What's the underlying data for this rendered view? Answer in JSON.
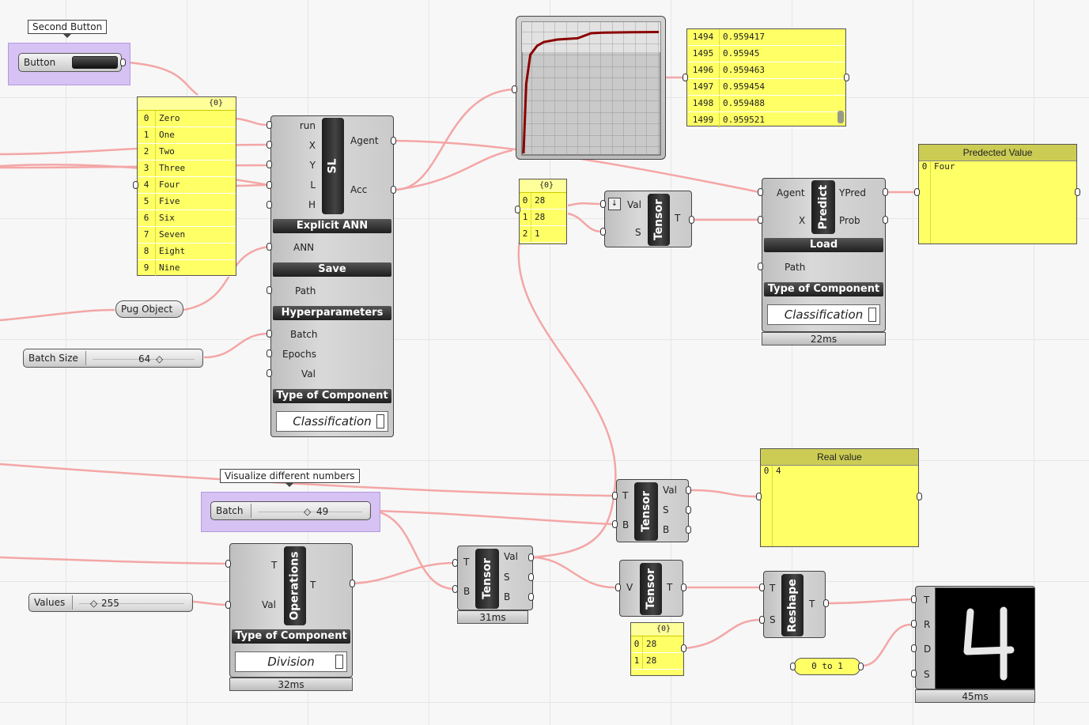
{
  "tooltips": {
    "second_button": "Second Button",
    "visualize": "Visualize different numbers"
  },
  "button": {
    "label": "Button"
  },
  "labels_panel": {
    "header": "{0}",
    "rows": [
      {
        "i": "0",
        "v": "Zero"
      },
      {
        "i": "1",
        "v": "One"
      },
      {
        "i": "2",
        "v": "Two"
      },
      {
        "i": "3",
        "v": "Three"
      },
      {
        "i": "4",
        "v": "Four"
      },
      {
        "i": "5",
        "v": "Five"
      },
      {
        "i": "6",
        "v": "Six"
      },
      {
        "i": "7",
        "v": "Seven"
      },
      {
        "i": "8",
        "v": "Eight"
      },
      {
        "i": "9",
        "v": "Nine"
      }
    ]
  },
  "pug_object": {
    "label": "Pug Object"
  },
  "batch_size": {
    "label": "Batch Size",
    "value": "64"
  },
  "sl": {
    "name": "SL",
    "inputs": [
      "run",
      "X",
      "Y",
      "L",
      "H"
    ],
    "outputs": [
      "Agent",
      "Acc"
    ],
    "section_ann": "Explicit ANN",
    "ann_input": "ANN",
    "section_save": "Save",
    "path_input": "Path",
    "section_hyper": "Hyperparameters",
    "hyper_inputs": [
      "Batch",
      "Epochs",
      "Val"
    ],
    "section_type": "Type of Component",
    "dropdown": "Classification"
  },
  "acc_panel": {
    "rows": [
      {
        "i": "1494",
        "v": "0.959417"
      },
      {
        "i": "1495",
        "v": "0.95945"
      },
      {
        "i": "1496",
        "v": "0.959463"
      },
      {
        "i": "1497",
        "v": "0.959454"
      },
      {
        "i": "1498",
        "v": "0.959488"
      },
      {
        "i": "1499",
        "v": "0.959521"
      }
    ]
  },
  "shape_panel": {
    "header": "{0}",
    "rows": [
      {
        "i": "0",
        "v": "28"
      },
      {
        "i": "1",
        "v": "28"
      },
      {
        "i": "2",
        "v": "1"
      }
    ]
  },
  "tensor_top": {
    "name": "Tensor",
    "inputs": [
      "Val",
      "S"
    ],
    "outputs": [
      "T"
    ]
  },
  "predict": {
    "name": "Predict",
    "inputs": [
      "Agent",
      "X"
    ],
    "outputs": [
      "YPred",
      "Prob"
    ],
    "section_load": "Load",
    "path_input": "Path",
    "section_type": "Type of Component",
    "dropdown": "Classification",
    "time": "22ms"
  },
  "predicted_panel": {
    "title": "Predected Value",
    "i": "0",
    "v": "Four"
  },
  "real_panel": {
    "title": "Real value",
    "i": "0",
    "v": "4"
  },
  "batch_slider": {
    "label": "Batch",
    "value": "49"
  },
  "tensor_mid": {
    "name": "Tensor",
    "inputs": [
      "T",
      "B"
    ],
    "outputs": [
      "Val",
      "S",
      "B"
    ]
  },
  "values_slider": {
    "label": "Values",
    "value": "255"
  },
  "operations": {
    "name": "Operations",
    "inputs": [
      "T",
      "Val"
    ],
    "outputs": [
      "T"
    ],
    "section_type": "Type of Component",
    "dropdown": "Division",
    "time": "32ms"
  },
  "tensor_bot": {
    "name": "Tensor",
    "inputs": [
      "T",
      "B"
    ],
    "outputs": [
      "Val",
      "S",
      "B"
    ],
    "time": "31ms"
  },
  "tensor_v": {
    "name": "Tensor",
    "inputs": [
      "V"
    ],
    "outputs": [
      "T"
    ]
  },
  "shape2_panel": {
    "header": "{0}",
    "rows": [
      {
        "i": "0",
        "v": "28"
      },
      {
        "i": "1",
        "v": "28"
      }
    ]
  },
  "reshape": {
    "name": "Reshape",
    "inputs": [
      "T",
      "S"
    ],
    "outputs": [
      "T"
    ]
  },
  "range_panel": {
    "value": "0 to 1"
  },
  "image_view": {
    "inputs": [
      "T",
      "R",
      "D",
      "S"
    ],
    "time": "45ms",
    "digit": "4"
  },
  "colors": {
    "wire": "#f4a6a6",
    "panel": "#ffff66",
    "group": "#d6c2f3",
    "curve": "#8b0000"
  },
  "chart_data": {
    "type": "line",
    "series": [
      {
        "values": [
          0.0,
          0.55,
          0.78,
          0.85,
          0.88,
          0.9,
          0.91,
          0.95,
          0.955,
          0.958,
          0.9595
        ]
      }
    ]
  }
}
